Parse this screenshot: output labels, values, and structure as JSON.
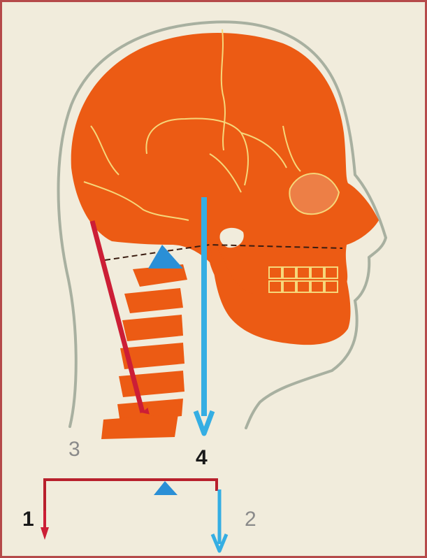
{
  "labels": {
    "label_1": "1",
    "label_2": "2",
    "label_3": "3",
    "label_4": "4"
  },
  "colors": {
    "background": "#f1ecdc",
    "frame": "#b54a4a",
    "bone": "#ec5b14",
    "suture": "#f6d77a",
    "outline": "#a8b0a0",
    "red_force": "#cc1e36",
    "blue_force": "#35aee3",
    "pivot": "#2a8fd6",
    "lever": "#b8202c",
    "text_dark": "#1a1a1a",
    "text_gray": "#8a8a8a"
  },
  "icons": {
    "pivot_top": "triangle-fulcrum-icon",
    "pivot_bottom": "triangle-fulcrum-icon",
    "arrows": "arrow-down-icon"
  }
}
